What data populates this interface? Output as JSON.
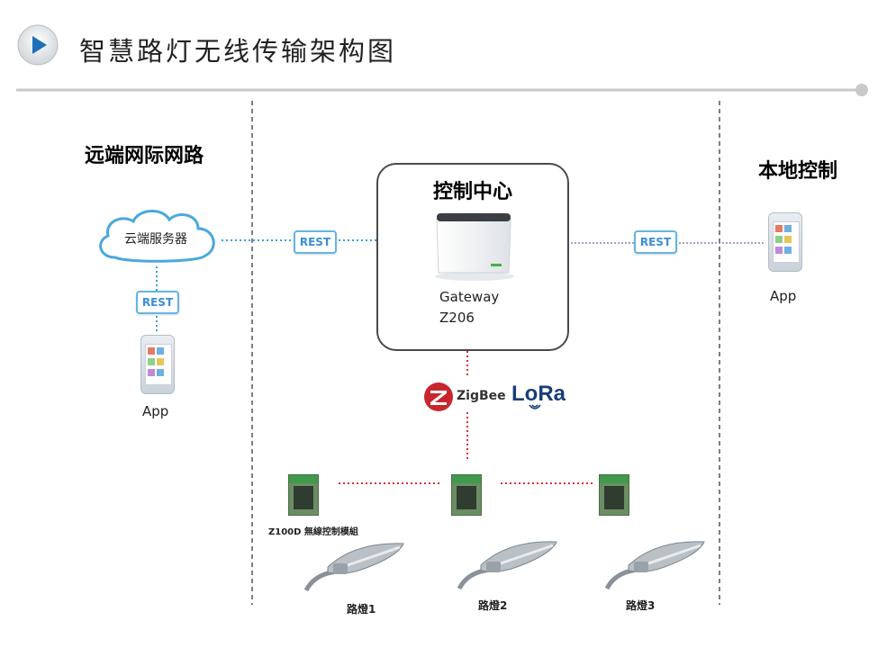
{
  "title": "智慧路灯无线传输架构图",
  "sections": {
    "remote": "远端网际网路",
    "center": "控制中心",
    "local": "本地控制"
  },
  "cloud_label": "云端服务器",
  "rest_labels": [
    "REST",
    "REST",
    "REST"
  ],
  "gateway": {
    "name": "Gateway",
    "model": "Z206"
  },
  "app_labels": {
    "remote": "App",
    "local": "App"
  },
  "protocols": {
    "zigbee": "ZigBee",
    "lora": "LoRa"
  },
  "module_label": "Z100D 無線控制模組",
  "lamps": [
    "路燈1",
    "路燈2",
    "路燈3"
  ],
  "colors": {
    "rest_border": "#62b5e4",
    "link_blue": "#3aa0d8",
    "link_red": "#e03030",
    "link_purple": "#8080c8"
  }
}
